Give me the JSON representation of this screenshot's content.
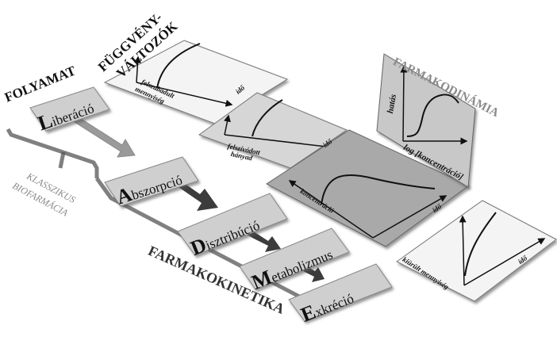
{
  "headers": {
    "folyamat": "FOLYAMAT",
    "fuggveny_line1": "FÜGGVÉNY-",
    "fuggveny_line2": "VÁLTOZÓK",
    "farmakodinamia": "FARMAKODINÁMIA",
    "farmakokinetika": "FARMAKOKINETIKA",
    "klasszikus_line1": "KLASSZIKUS",
    "klasszikus_line2": "BIOFARMÁCIA"
  },
  "steps": [
    {
      "initial": "L",
      "rest": "iberáció"
    },
    {
      "initial": "A",
      "rest": "bszorpció"
    },
    {
      "initial": "D",
      "rest": "isztribúció"
    },
    {
      "initial": "M",
      "rest": "etabolizmus"
    },
    {
      "initial": "E",
      "rest": "xkréció"
    }
  ],
  "plots": {
    "release": {
      "ylabel_line1": "felszabadult",
      "ylabel_line2": "mennyiség",
      "xlabel": "idő"
    },
    "absorbed": {
      "ylabel_line1": "felszívódott",
      "ylabel_line2": "hányad",
      "xlabel": "idő"
    },
    "concentration": {
      "ylabel": "koncentráció",
      "xlabel": "idő"
    },
    "excreted": {
      "ylabel": "kiürült mennyiség",
      "xlabel": "idő"
    },
    "effect": {
      "ylabel": "hatás",
      "xlabel": "log [koncentráció]"
    }
  },
  "colors": {
    "step_box": "#cfcfcf",
    "panel_light": "#f4f4f4",
    "panel_mid": "#d6d6d6",
    "panel_dark": "#a9a9a9",
    "arrow_light": "#9a9a9a",
    "arrow_dark": "#3c3c3c",
    "group_label": "#8a8a8a"
  }
}
